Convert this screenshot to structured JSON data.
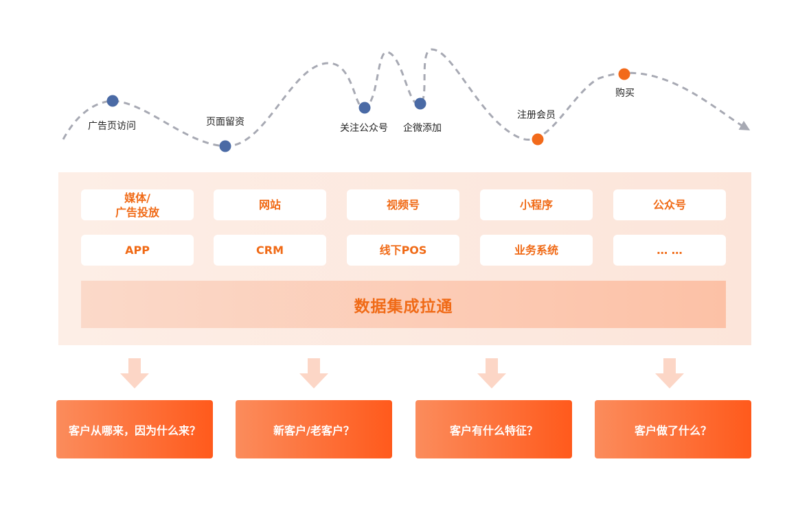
{
  "journey": {
    "stages": [
      {
        "label": "广告页访问",
        "status": "passed"
      },
      {
        "label": "页面留资",
        "status": "passed"
      },
      {
        "label": "关注公众号",
        "status": "passed"
      },
      {
        "label": "企微添加",
        "status": "passed"
      },
      {
        "label": "注册会员",
        "status": "highlight"
      },
      {
        "label": "购买",
        "status": "highlight"
      }
    ],
    "colors": {
      "passed": "#4a6aa5",
      "highlight": "#f26a1b",
      "path": "#a7a9b3"
    }
  },
  "sources": {
    "row1": [
      "媒体/\n广告投放",
      "网站",
      "视频号",
      "小程序",
      "公众号"
    ],
    "row2": [
      "APP",
      "CRM",
      "线下POS",
      "业务系统",
      "… …"
    ]
  },
  "integration": {
    "label": "数据集成拉通"
  },
  "questions": [
    "客户从哪来，因为什么来？",
    "新客户/老客户？",
    "客户有什么特征？",
    "客户做了什么？"
  ],
  "colors": {
    "accent": "#f06a16",
    "panel": "#fdeee6"
  }
}
